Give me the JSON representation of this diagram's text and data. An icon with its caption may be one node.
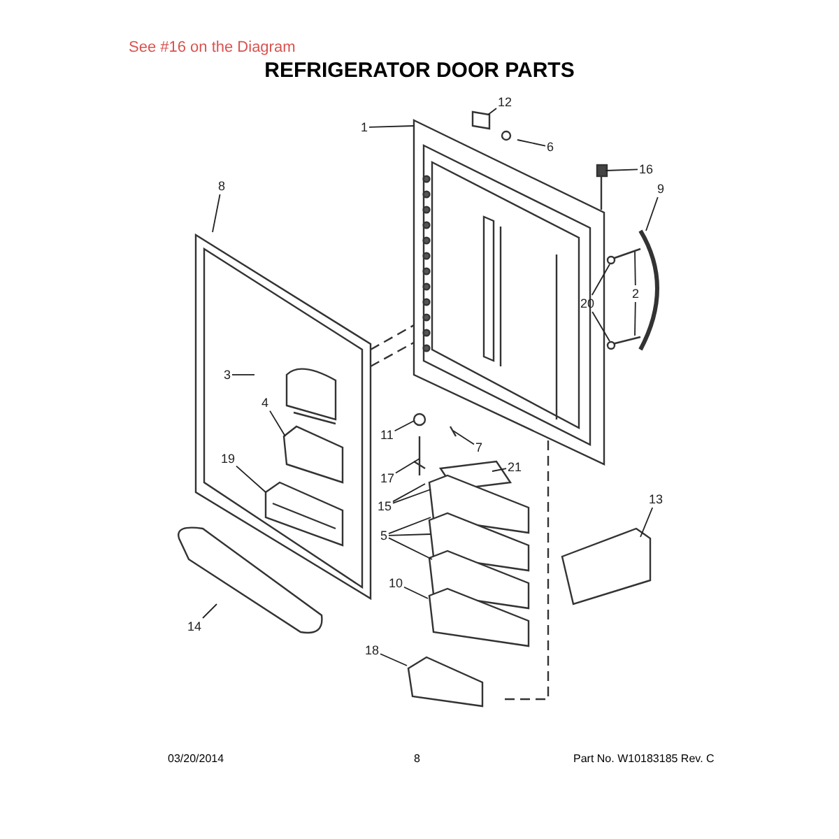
{
  "diagram": {
    "title": "REFRIGERATOR DOOR PARTS",
    "nodes": [
      {
        "text": [
          "1"
        ]
      },
      {
        "text": [
          "12"
        ]
      },
      {
        "text": [
          "6"
        ]
      },
      {
        "text": [
          "16"
        ]
      },
      {
        "text": [
          "8"
        ]
      },
      {
        "text": [
          "9"
        ]
      },
      {
        "text": [
          "20"
        ]
      },
      {
        "text": [
          "2"
        ]
      },
      {
        "text": [
          "3"
        ]
      },
      {
        "text": [
          "4"
        ]
      },
      {
        "text": [
          "19"
        ]
      },
      {
        "text": [
          "11"
        ]
      },
      {
        "text": [
          "7"
        ]
      },
      {
        "text": [
          "17"
        ]
      },
      {
        "text": [
          "21"
        ]
      },
      {
        "text": [
          "15"
        ]
      },
      {
        "text": [
          "5"
        ]
      },
      {
        "text": [
          "13"
        ]
      },
      {
        "text": [
          "10"
        ]
      },
      {
        "text": [
          "14"
        ]
      },
      {
        "text": [
          "18"
        ]
      }
    ],
    "edges": [
      {
        "from": 0,
        "to": null,
        "arrow": "none"
      },
      {
        "from": 1,
        "to": null,
        "arrow": "none"
      },
      {
        "from": 2,
        "to": null,
        "arrow": "none"
      },
      {
        "from": 3,
        "to": null,
        "arrow": "none"
      },
      {
        "from": 4,
        "to": null,
        "arrow": "none"
      },
      {
        "from": 5,
        "to": null,
        "arrow": "none"
      },
      {
        "from": 6,
        "to": null,
        "arrow": "none"
      },
      {
        "from": 6,
        "to": null,
        "arrow": "none"
      },
      {
        "from": 7,
        "to": null,
        "arrow": "none"
      },
      {
        "from": 7,
        "to": null,
        "arrow": "none"
      },
      {
        "from": 8,
        "to": null,
        "arrow": "none"
      },
      {
        "from": 9,
        "to": null,
        "arrow": "none"
      },
      {
        "from": 10,
        "to": null,
        "arrow": "none"
      },
      {
        "from": 11,
        "to": null,
        "arrow": "none"
      },
      {
        "from": 12,
        "to": null,
        "arrow": "none"
      },
      {
        "from": 13,
        "to": null,
        "arrow": "none"
      },
      {
        "from": 14,
        "to": null,
        "arrow": "none"
      },
      {
        "from": 15,
        "to": null,
        "arrow": "none"
      },
      {
        "from": 15,
        "to": null,
        "arrow": "none"
      },
      {
        "from": 16,
        "to": null,
        "arrow": "none"
      },
      {
        "from": 16,
        "to": null,
        "arrow": "none"
      },
      {
        "from": 16,
        "to": null,
        "arrow": "none"
      },
      {
        "from": 17,
        "to": null,
        "arrow": "none"
      },
      {
        "from": 18,
        "to": null,
        "arrow": "none"
      },
      {
        "from": 19,
        "to": null,
        "arrow": "none"
      },
      {
        "from": 20,
        "to": null,
        "arrow": "none"
      }
    ],
    "labels": [
      "See #16 on the Diagram",
      "03/20/2014",
      "8",
      "Part No. W10183185 Rev. C"
    ]
  }
}
